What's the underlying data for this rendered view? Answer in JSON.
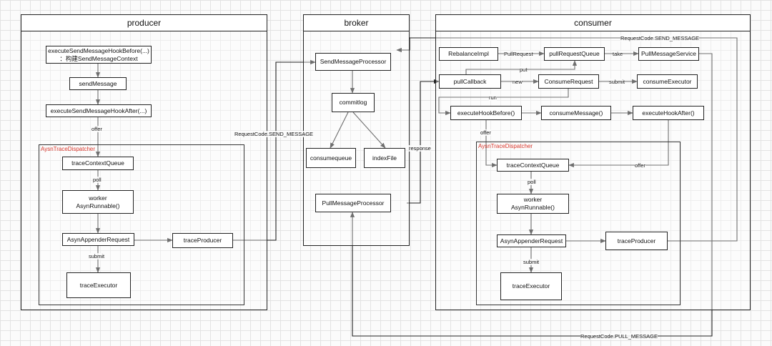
{
  "panels": {
    "producer": "producer",
    "broker": "broker",
    "consumer": "consumer"
  },
  "producer": {
    "hook_before": "executeSendMessageHookBefore(...)\n：构建SendMessageContext",
    "send_message": "sendMessage",
    "hook_after": "executeSendMessageHookAfter(...)",
    "offer_label": "offer",
    "dispatcher_title": "AysnTraceDispatcher",
    "trace_context_queue": "traceContextQueue",
    "poll_label": "poll",
    "worker": "worker\nAsynRunnable()",
    "appender_request": "AsynAppenderRequest",
    "submit_label": "submit",
    "trace_executor": "traceExecutor",
    "trace_producer": "traceProducer"
  },
  "broker": {
    "send_processor": "SendMessageProcessor",
    "commitlog": "commitlog",
    "consumequeue": "consumequeue",
    "index_file": "indexFile",
    "pull_processor": "PullMessageProcessor"
  },
  "consumer": {
    "rebalance": "RebalanceImpl",
    "pull_request_label": "PullRequest",
    "pull_request_queue": "pullRequestQueue",
    "take_label": "take",
    "pull_message_service": "PullMessageService",
    "put_label": "put",
    "pull_callback": "pullCallback",
    "new_label": "new",
    "consume_request": "ConsumeRequest",
    "submit_label": "submit",
    "consume_executor": "consumeExecutor",
    "run_label": "run",
    "hook_before": "executeHookBefore()",
    "consume_message": "consumeMessage()",
    "hook_after": "executeHookAfter()",
    "offer_label": "offer",
    "dispatcher_title": "AysnTraceDispatcher",
    "trace_context_queue": "traceContextQueue",
    "offer_right_label": "offer",
    "poll_label": "poll",
    "worker": "worker\nAsynRunnable()",
    "appender_request": "AsynAppenderRequest",
    "trace_producer": "traceProducer",
    "submit2_label": "submit",
    "trace_executor": "traceExecutor"
  },
  "links": {
    "send_message_left": "RequestCode.SEND_MESSAGE",
    "response": "response",
    "send_message_top": "RequestCode.SEND_MESSAGE",
    "pull_message": "RequestCode.PULL_MESSAGE"
  }
}
